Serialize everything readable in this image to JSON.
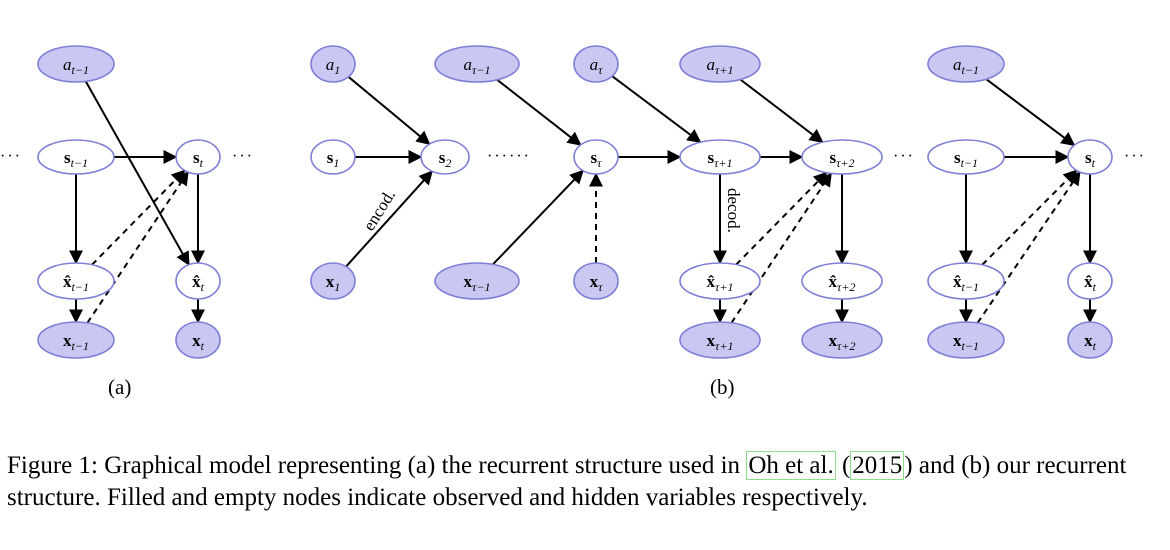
{
  "diagram": {
    "panels": [
      {
        "id": "a",
        "label": "(a)"
      },
      {
        "id": "b",
        "label": "(b)"
      }
    ],
    "nodes": [
      {
        "id": "a_at1",
        "main": "a",
        "sub": "t−1",
        "bold": false,
        "hat": false,
        "obs": true
      },
      {
        "id": "a_st1",
        "main": "s",
        "sub": "t−1",
        "bold": true,
        "hat": false,
        "obs": false
      },
      {
        "id": "a_st",
        "main": "s",
        "sub": "t",
        "bold": true,
        "hat": false,
        "obs": false
      },
      {
        "id": "a_xh1",
        "main": "x̂",
        "sub": "t−1",
        "bold": true,
        "hat": true,
        "obs": false
      },
      {
        "id": "a_xht",
        "main": "x̂",
        "sub": "t",
        "bold": true,
        "hat": true,
        "obs": false
      },
      {
        "id": "a_x1",
        "main": "x",
        "sub": "t−1",
        "bold": true,
        "hat": false,
        "obs": true
      },
      {
        "id": "a_xt",
        "main": "x",
        "sub": "t",
        "bold": true,
        "hat": false,
        "obs": true
      },
      {
        "id": "b_a1",
        "main": "a",
        "sub": "1",
        "bold": false,
        "hat": false,
        "obs": true
      },
      {
        "id": "b_s1",
        "main": "s",
        "sub": "1",
        "bold": true,
        "hat": false,
        "obs": false
      },
      {
        "id": "b_s2",
        "main": "s",
        "sub": "2",
        "bold": true,
        "hat": false,
        "obs": false
      },
      {
        "id": "b_x1",
        "main": "x",
        "sub": "1",
        "bold": true,
        "hat": false,
        "obs": true
      },
      {
        "id": "b_atm1",
        "main": "a",
        "sub": "τ−1",
        "bold": false,
        "hat": false,
        "obs": true
      },
      {
        "id": "b_xtm1",
        "main": "x",
        "sub": "τ−1",
        "bold": true,
        "hat": false,
        "obs": true
      },
      {
        "id": "b_at",
        "main": "a",
        "sub": "τ",
        "bold": false,
        "hat": false,
        "obs": true
      },
      {
        "id": "b_st",
        "main": "s",
        "sub": "τ",
        "bold": true,
        "hat": false,
        "obs": false
      },
      {
        "id": "b_xt",
        "main": "x",
        "sub": "τ",
        "bold": true,
        "hat": false,
        "obs": true
      },
      {
        "id": "b_stp1",
        "main": "s",
        "sub": "τ+1",
        "bold": true,
        "hat": false,
        "obs": false
      },
      {
        "id": "b_xhtp1",
        "main": "x̂",
        "sub": "τ+1",
        "bold": true,
        "hat": true,
        "obs": false
      },
      {
        "id": "b_xtp1",
        "main": "x",
        "sub": "τ+1",
        "bold": true,
        "hat": false,
        "obs": true
      },
      {
        "id": "b_atp1",
        "main": "a",
        "sub": "τ+1",
        "bold": false,
        "hat": false,
        "obs": true
      },
      {
        "id": "b_stp2",
        "main": "s",
        "sub": "τ+2",
        "bold": true,
        "hat": false,
        "obs": false
      },
      {
        "id": "b_xhtp2",
        "main": "x̂",
        "sub": "τ+2",
        "bold": true,
        "hat": true,
        "obs": false
      },
      {
        "id": "b_xtp2",
        "main": "x",
        "sub": "τ+2",
        "bold": true,
        "hat": false,
        "obs": true
      },
      {
        "id": "b_aT1",
        "main": "a",
        "sub": "t−1",
        "bold": false,
        "hat": false,
        "obs": true
      },
      {
        "id": "b_sT1",
        "main": "s",
        "sub": "t−1",
        "bold": true,
        "hat": false,
        "obs": false
      },
      {
        "id": "b_sT",
        "main": "s",
        "sub": "t",
        "bold": true,
        "hat": false,
        "obs": false
      },
      {
        "id": "b_xhT1",
        "main": "x̂",
        "sub": "t−1",
        "bold": true,
        "hat": true,
        "obs": false
      },
      {
        "id": "b_xhT",
        "main": "x̂",
        "sub": "t",
        "bold": true,
        "hat": true,
        "obs": false
      },
      {
        "id": "b_xT1",
        "main": "x",
        "sub": "t−1",
        "bold": true,
        "hat": false,
        "obs": true
      },
      {
        "id": "b_xT",
        "main": "x",
        "sub": "t",
        "bold": true,
        "hat": false,
        "obs": true
      }
    ],
    "edge_labels": {
      "encod": "encod.",
      "decod": "decod."
    },
    "ellipses": {
      "short": "···",
      "long": "······"
    }
  },
  "caption": {
    "prefix": "Figure 1: Graphical model representing (a) the recurrent structure used in ",
    "cite_author": "Oh et al.",
    "cite_open": " (",
    "cite_year": "2015",
    "cite_close": ")",
    "suffix": " and (b) our recurrent structure. Filled and empty nodes indicate observed and hidden variables respectively."
  },
  "colors": {
    "observed_fill": "#c8c8f2",
    "node_stroke": "#7f7fd6",
    "citation_border": "#8fdc8f"
  }
}
